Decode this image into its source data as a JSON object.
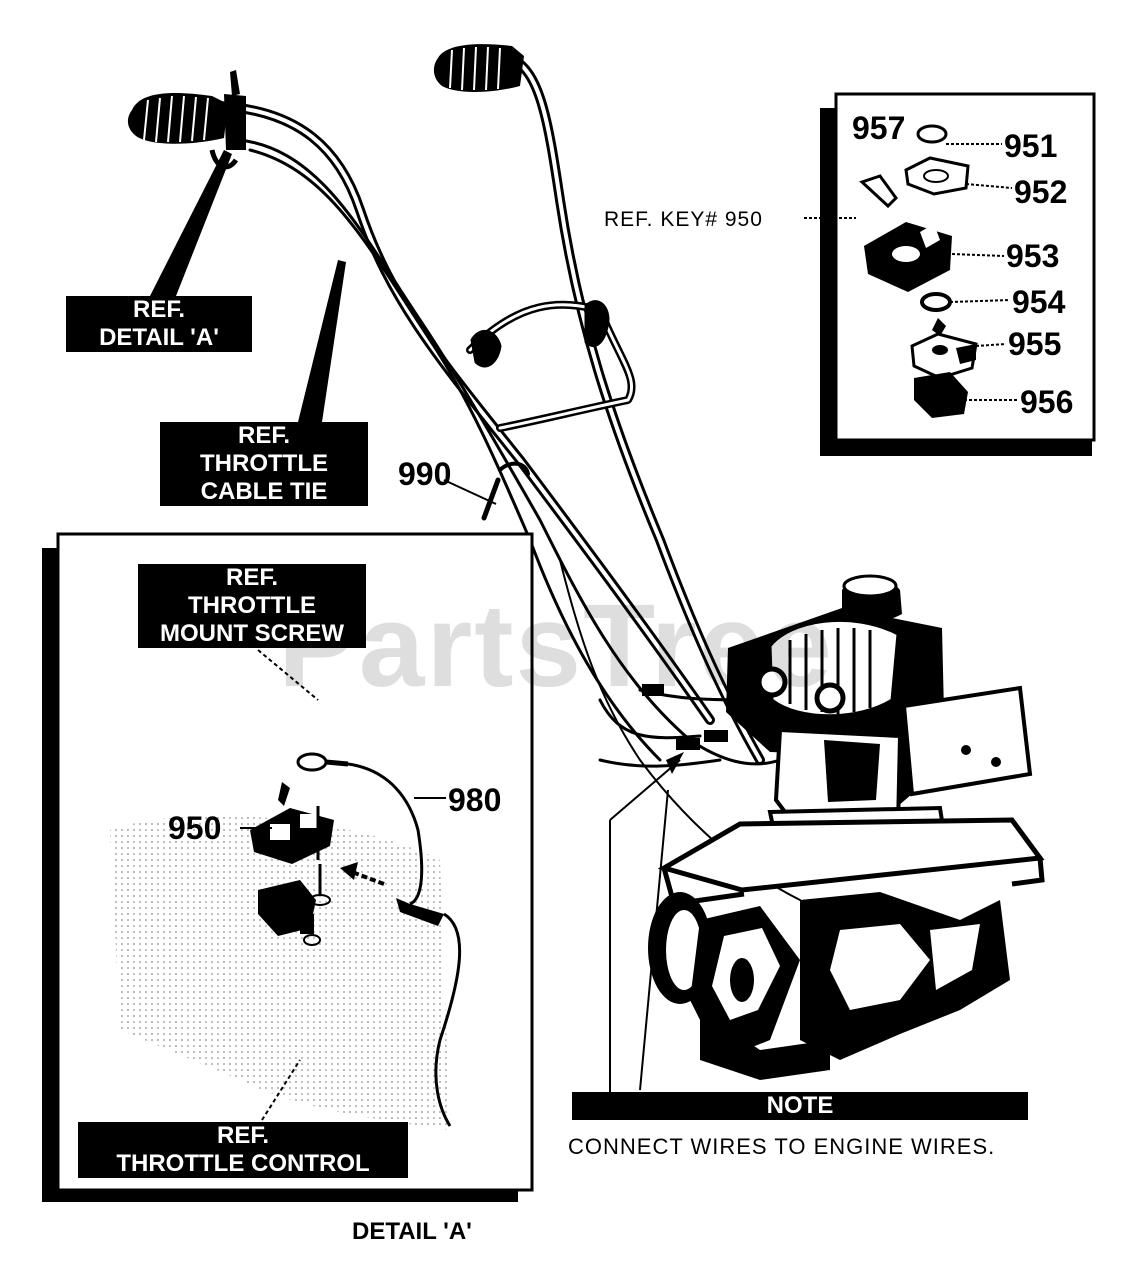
{
  "watermark": "PartsTree",
  "part_numbers": {
    "p957": "957",
    "p951": "951",
    "p952": "952",
    "p953": "953",
    "p954": "954",
    "p955": "955",
    "p956": "956",
    "p990": "990",
    "p980": "980",
    "p950": "950"
  },
  "ref_key": "REF. KEY# 950",
  "callouts": {
    "detail_a": [
      "REF.",
      "DETAIL 'A'"
    ],
    "cable_tie": [
      "REF.",
      "THROTTLE",
      "CABLE TIE"
    ],
    "mount_screw": [
      "REF.",
      "THROTTLE",
      "MOUNT SCREW"
    ],
    "throttle_control": [
      "REF.",
      "THROTTLE CONTROL"
    ]
  },
  "note": {
    "title": "NOTE",
    "text": "CONNECT WIRES TO ENGINE WIRES."
  },
  "detail_caption": "DETAIL 'A'"
}
